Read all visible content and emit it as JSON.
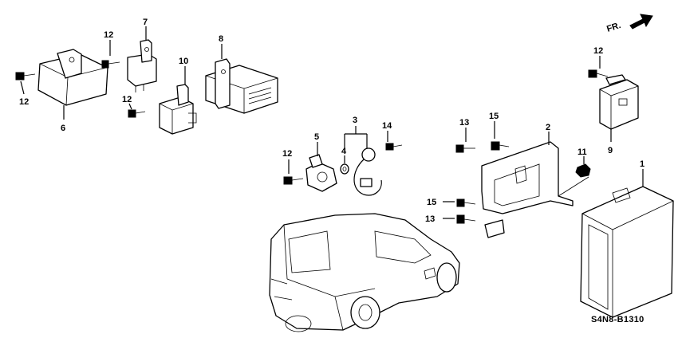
{
  "direction": {
    "label": "FR."
  },
  "diagram_code": "S4N8-B1310",
  "callouts": {
    "c1": "1",
    "c2": "2",
    "c3": "3",
    "c4": "4",
    "c5": "5",
    "c6": "6",
    "c7": "7",
    "c8": "8",
    "c9": "9",
    "c10": "10",
    "c11": "11",
    "c12a": "12",
    "c12b": "12",
    "c12c": "12",
    "c12d": "12",
    "c12e": "12",
    "c13a": "13",
    "c13b": "13",
    "c14": "14",
    "c15a": "15",
    "c15b": "15"
  }
}
